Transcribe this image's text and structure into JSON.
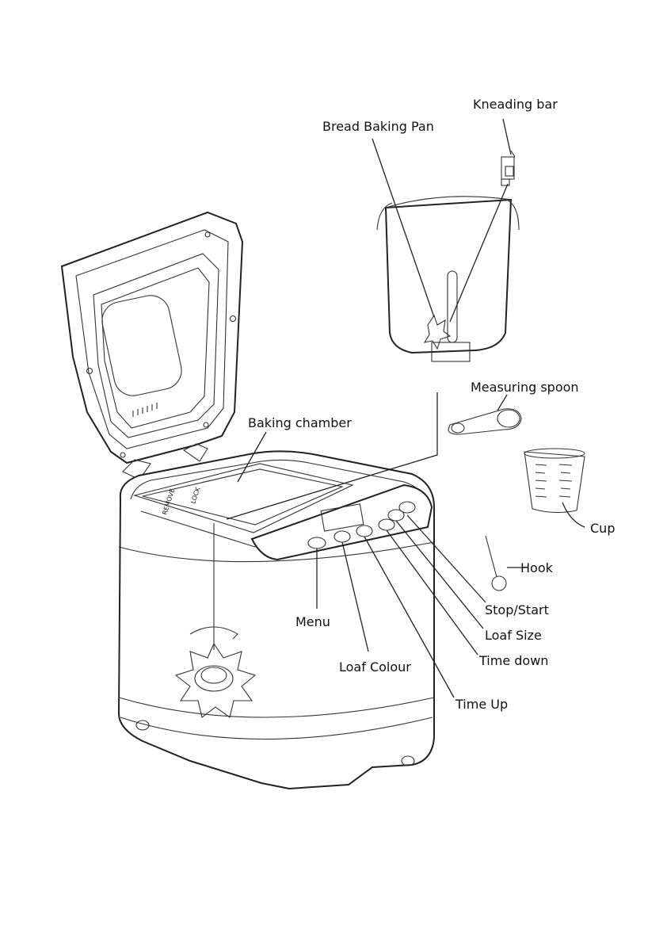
{
  "labels": {
    "kneading_bar": "Kneading bar",
    "bread_baking_pan": "Bread Baking Pan",
    "measuring_spoon": "Measuring spoon",
    "baking_chamber": "Baking chamber",
    "cup": "Cup",
    "hook": "Hook",
    "stop_start": "Stop/Start",
    "loaf_size": "Loaf Size",
    "time_down": "Time down",
    "time_up": "Time Up",
    "loaf_colour": "Loaf Colour",
    "menu": "Menu"
  },
  "lid_markings": {
    "remove": "REMOVE",
    "lock": "LOCK"
  },
  "colors": {
    "line": "#222222",
    "background": "#ffffff"
  }
}
